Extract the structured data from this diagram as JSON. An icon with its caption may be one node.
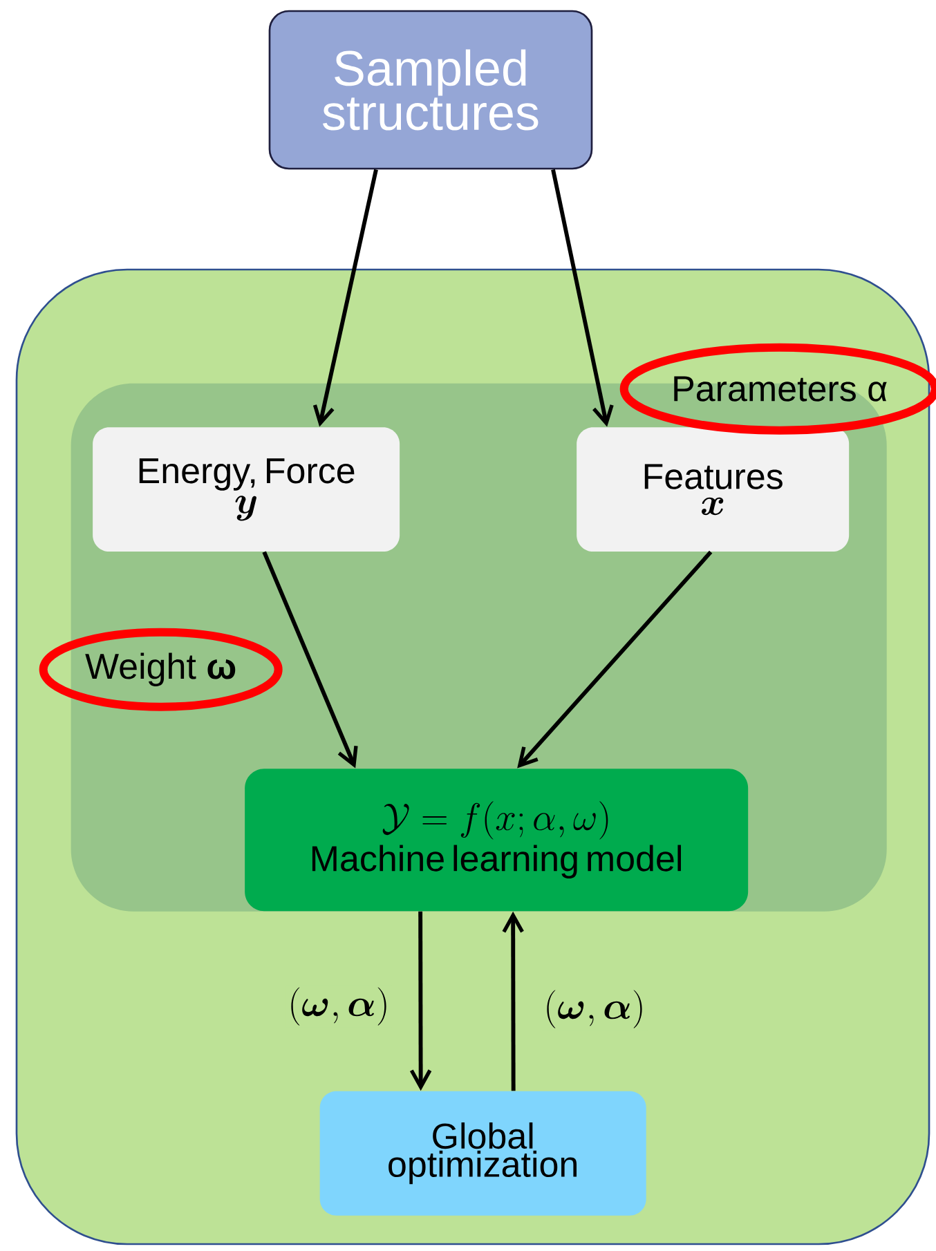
{
  "diagram": {
    "nodes": [
      {
        "text": [
          "Sampled structures"
        ]
      },
      {
        "text": [],
        "shape": "box"
      },
      {
        "text": [],
        "shape": "box",
        "in": 1
      },
      {
        "text": [
          "Energy, Force",
          "\\boldsymbol{y}"
        ],
        "in": 2
      },
      {
        "text": [
          "Features",
          "\\boldsymbol{x}"
        ],
        "in": 2
      },
      {
        "text": [
          "\\mathcal{Y} = f(x;\\alpha,\\omega)",
          "Machine learning model"
        ],
        "in": 2
      },
      {
        "text": [
          "Global optimization"
        ],
        "in": 1
      },
      {
        "text": [
          "Parameters α"
        ],
        "in": 1
      },
      {
        "text": [
          "Weight **ω**"
        ],
        "in": 1
      }
    ],
    "edges": [
      {
        "from": 0,
        "to": 3,
        "arrow": "to"
      },
      {
        "from": 0,
        "to": 4,
        "arrow": "to"
      },
      {
        "from": 3,
        "to": 5,
        "arrow": "to"
      },
      {
        "from": 4,
        "to": 5,
        "arrow": "to"
      },
      {
        "from": 5,
        "to": 6,
        "arrow": "to",
        "label": "(\\boldsymbol{\\omega},\\boldsymbol{\\alpha})"
      },
      {
        "from": 6,
        "to": 5,
        "arrow": "to",
        "label": "(\\boldsymbol{\\omega},\\boldsymbol{\\alpha})"
      }
    ]
  }
}
